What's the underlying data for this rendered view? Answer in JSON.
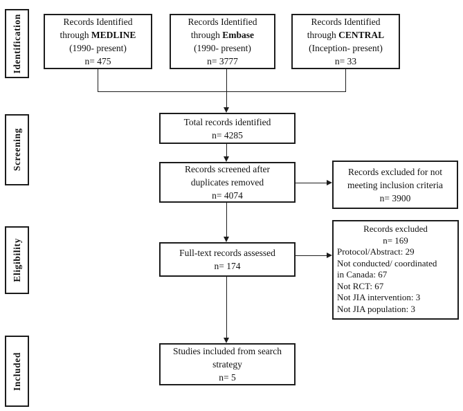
{
  "stages": [
    {
      "label": "Identification"
    },
    {
      "label": "Screening"
    },
    {
      "label": "Eligibility"
    },
    {
      "label": "Included"
    }
  ],
  "sources": [
    {
      "line1": "Records Identified",
      "line2_prefix": "through ",
      "line2_bold": "MEDLINE",
      "line3": "(1990- present)",
      "count": "n= 475"
    },
    {
      "line1": "Records Identified",
      "line2_prefix": "through ",
      "line2_bold": "Embase",
      "line3": "(1990- present)",
      "count": "n= 3777"
    },
    {
      "line1": "Records Identified",
      "line2_prefix": "through ",
      "line2_bold": "CENTRAL",
      "line3": "(Inception- present)",
      "count": "n= 33"
    }
  ],
  "flow": {
    "total": {
      "line1": "Total records identified",
      "count": "n= 4285"
    },
    "screened": {
      "line1": "Records screened after",
      "line2": "duplicates removed",
      "count": "n= 4074"
    },
    "fulltext": {
      "line1": "Full-text records assessed",
      "count": "n= 174"
    },
    "studies": {
      "line1": "Studies included from search",
      "line2": "strategy",
      "count": "n= 5"
    }
  },
  "exclusions": {
    "screening": {
      "line1": "Records excluded for not",
      "line2": "meeting inclusion criteria",
      "count": "n= 3900"
    },
    "eligibility": {
      "title": "Records excluded",
      "count": "n= 169",
      "reasons": [
        "Protocol/Abstract: 29",
        "Not conducted/ coordinated in Canada: 67",
        "Not RCT: 67",
        "Not JIA intervention: 3",
        "Not JIA population: 3"
      ]
    }
  },
  "colors": {
    "line": "#1c1c1c",
    "text": "#111111",
    "background": "#ffffff"
  }
}
